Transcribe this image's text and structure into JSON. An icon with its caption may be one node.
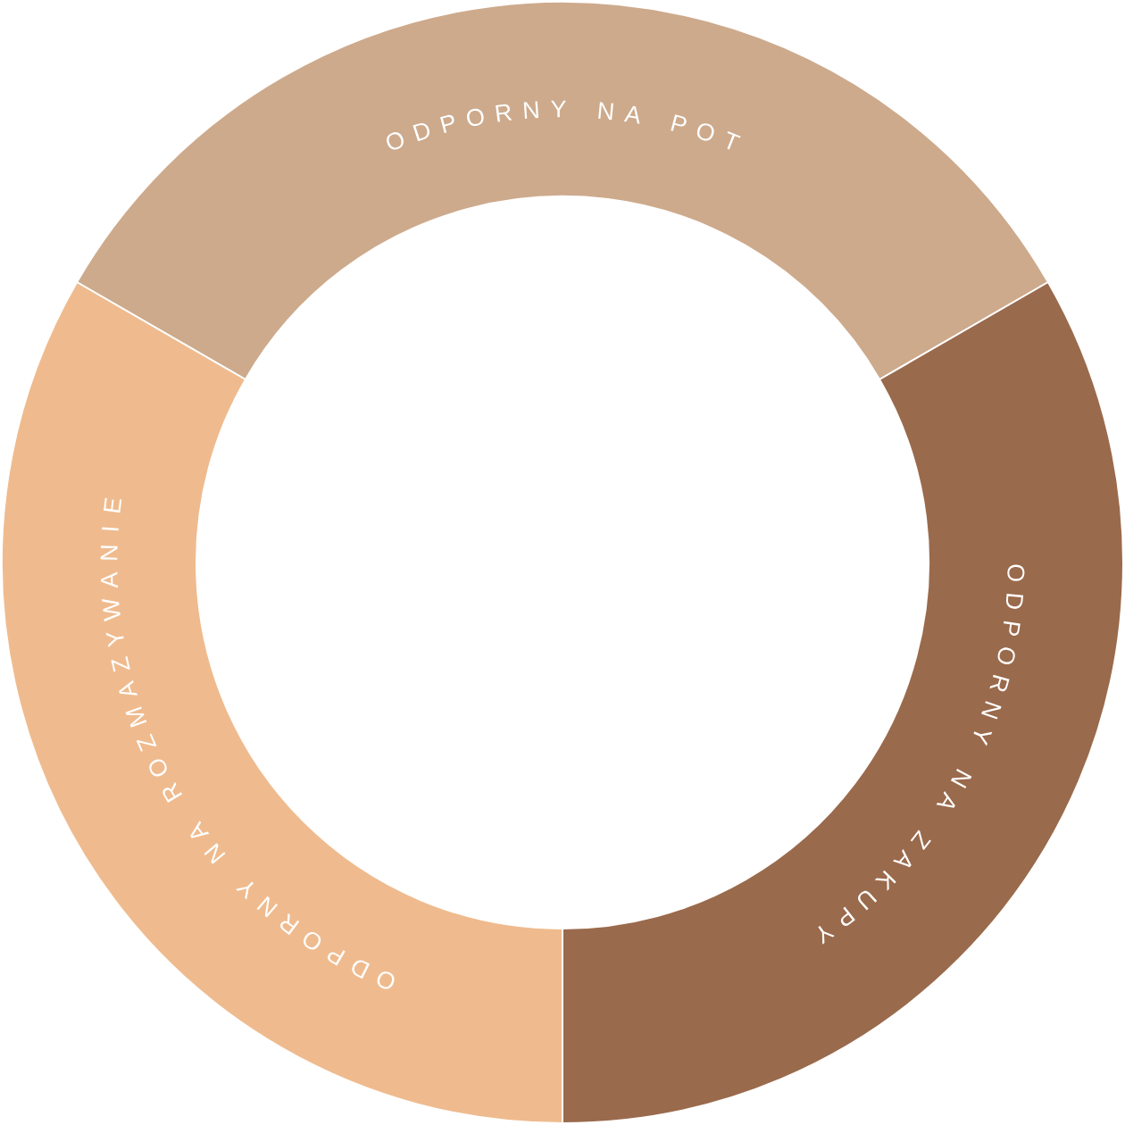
{
  "diagram": {
    "nodes": [
      {
        "text": [
          "ODPORNY NA POT"
        ]
      },
      {
        "text": [
          "ODPORNY NA ZAKUPY"
        ]
      },
      {
        "text": [
          "ODPORNY NA ROZMAZYWANIE"
        ]
      }
    ]
  }
}
